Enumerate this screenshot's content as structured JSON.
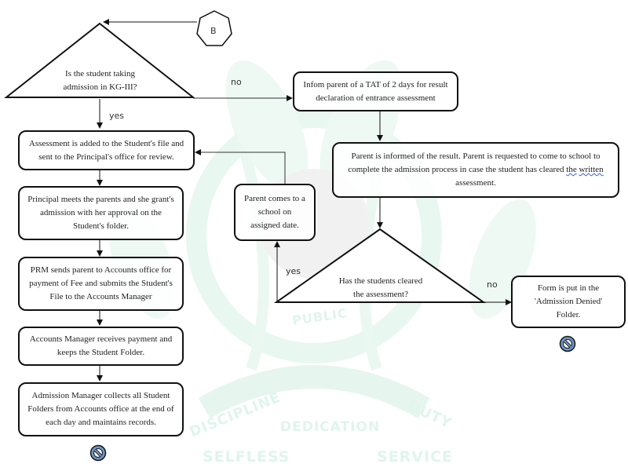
{
  "watermark": {
    "words": [
      "DISCIPLINE",
      "DEDICATION",
      "DUTY",
      "SELFLESS",
      "SERVICE",
      "PUBLIC"
    ],
    "color": "#e0f5ec"
  },
  "connector": {
    "label": "B"
  },
  "decision1": {
    "line1": "Is the student taking",
    "line2": "admission in KG-III?",
    "yes_label": "yes",
    "no_label": "no"
  },
  "left_flow": [
    {
      "text": "Assessment is added to the Student's file and sent to the Principal's office for review."
    },
    {
      "text": "Principal meets the parents and she grant's admission with her approval on the Student's folder."
    },
    {
      "text": "PRM sends parent to Accounts office for payment of Fee and submits the Student's File to the Accounts Manager"
    },
    {
      "text": "Accounts Manager receives payment and keeps the Student Folder."
    },
    {
      "text": "Admission Manager collects all Student Folders from Accounts office at the end of each day and maintains records."
    }
  ],
  "right_flow": {
    "inform_tat": "Infom parent of a TAT of 2 days for result declaration of entrance assessment",
    "result_informed": {
      "part1": "Parent is informed of the result. Parent is requested to come to school to complete the admission process in case the student has cleared ",
      "squiggly1": "the",
      "part2": " ",
      "squiggly2": "written",
      "part3": " assessment."
    },
    "parent_comes": "Parent comes to a school on assigned date.",
    "decision2": {
      "line1": "Has the students cleared",
      "line2": "the assessment?",
      "yes_label": "yes",
      "no_label": "no"
    },
    "denied": "Form is put in the 'Admission Denied' Folder."
  },
  "terminators": [
    {
      "name": "end-left",
      "icon": "no-entry-icon"
    },
    {
      "name": "end-denied",
      "icon": "no-entry-icon"
    }
  ],
  "colors": {
    "stop_fill": "#6f95c6",
    "stop_stroke": "#1a1a1a"
  }
}
